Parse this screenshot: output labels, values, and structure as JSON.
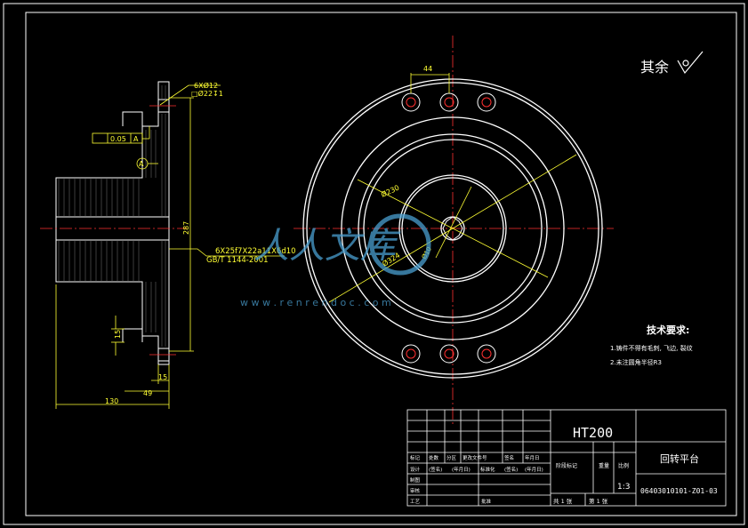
{
  "surface_note": {
    "label": "其余"
  },
  "dims_left": {
    "holes": "6XØ12",
    "counterbore": "□Ø22↧1",
    "tolerance_value": "0.05",
    "tolerance_datum": "A",
    "datum_marker": "A",
    "height": "287",
    "spline": "6X25f7X22a11X6d10",
    "spline_std": "GB/T 1144-2001",
    "step_15_left": "15",
    "step_15_right": "15",
    "width_49": "49",
    "width_130": "130"
  },
  "dims_right": {
    "pitch": "44",
    "d230": "Ø230",
    "d324": "Ø324",
    "d10": "Ø10"
  },
  "watermark": {
    "logo": "人人文库",
    "url": "w w w . r e n r e n d o c . c o m"
  },
  "tech_req": {
    "title": "技术要求:",
    "line1": "1.铸件不得有毛刺, 飞边, 裂纹",
    "line2": "2.未注圆角半径R3"
  },
  "title_block": {
    "material": "HT200",
    "part_name": "回转平台",
    "drawing_no": "06403010101-Z01-03",
    "scale": "1:3",
    "scale_label": "比例",
    "weight_label": "重量",
    "stage_label": "阶段标记",
    "row_headers": [
      "标记",
      "处数",
      "分区",
      "更改文件号",
      "签名",
      "年月日"
    ],
    "design_row": [
      "设计",
      "(签名)",
      "(年月日)",
      "标准化",
      "(签名)",
      "(年月日)"
    ],
    "check_label": "制图",
    "review_label": "审核",
    "process_label": "工艺",
    "approve_label": "批准",
    "sheets_total": "共  1  张",
    "sheet_no": "第  1  张"
  }
}
